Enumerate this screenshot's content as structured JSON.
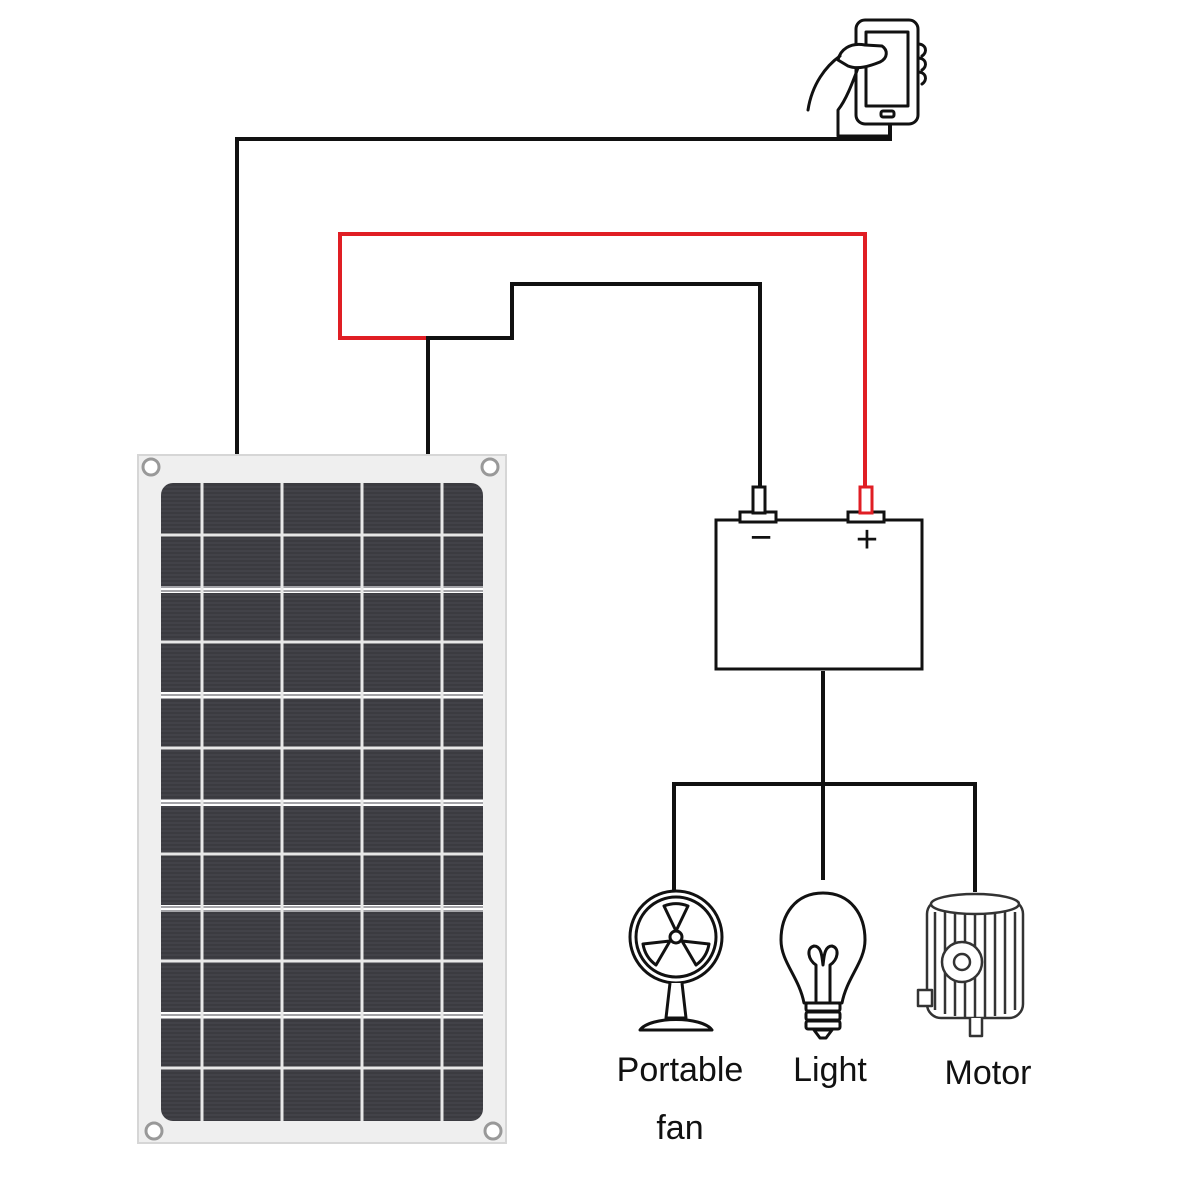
{
  "colors": {
    "wire_negative": "#111111",
    "wire_positive": "#e01e24",
    "panel_frame": "#eeeeee",
    "panel_cell": "#3a3a3e",
    "panel_busbar": "#f2f2f2"
  },
  "battery": {
    "negative_symbol": "−",
    "positive_symbol": "+"
  },
  "loads": [
    {
      "icon": "fan-icon",
      "label_line1": "Portable",
      "label_line2": "fan"
    },
    {
      "icon": "light-bulb-icon",
      "label_line1": "Light"
    },
    {
      "icon": "motor-icon",
      "label_line1": "Motor"
    }
  ],
  "devices": {
    "phone_icon": "smartphone-in-hand-icon"
  }
}
